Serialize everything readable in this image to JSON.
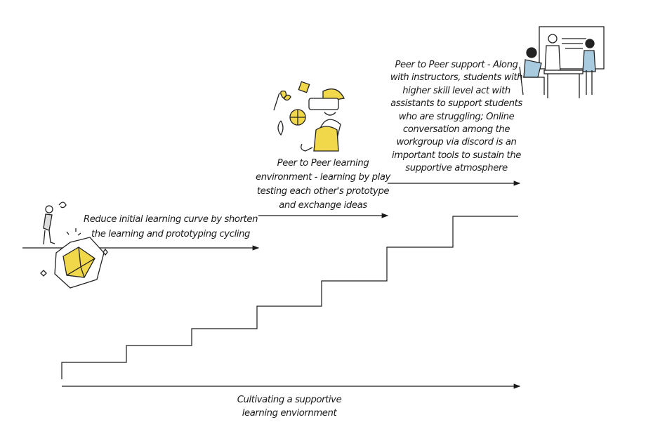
{
  "steps": [
    {
      "lines": [
        "Reduce initial learning curve by shorten",
        "the learning and prototyping cycling"
      ]
    },
    {
      "lines": [
        "Peer to Peer learning",
        "environment - learning by play",
        "testing each other's prototype",
        "and exchange ideas"
      ]
    },
    {
      "lines": [
        "Peer to Peer support - Along",
        "with instructors, students with",
        "higher skill level act with",
        "assistants to support students",
        "who are struggling; Online",
        "conversation among the",
        "workgroup via discord is an",
        "important tools to sustain the",
        "supportive atmosphere"
      ]
    }
  ],
  "baseline": {
    "lines": [
      "Cultivating a supportive",
      "learning enviornment"
    ]
  },
  "colors": {
    "accent": "#f0d84a",
    "line": "#1a1a1a"
  }
}
